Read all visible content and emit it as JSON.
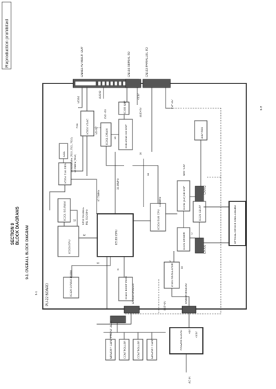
{
  "stamp": "Reproduction prohibited",
  "page_left": "9-1",
  "page_right": "9-2",
  "section": "SECTION 9",
  "section_title": "BLOCK DIAGRAMS",
  "subsection": "9-1. OVERALL BLOCK DIAGRAM",
  "board": "PU-22 BOARD",
  "ic": {
    "ic103": "IC103 CPU",
    "ic203": "IC203 GPU",
    "ic201": "IC201 SG-RAM",
    "ic204": "IC204 CLK GEN",
    "x201": "X201",
    "x201_freq1": "14.31818MHz (7500, 7501, 7502)",
    "x201_freq2": "17.73MHz (7502)",
    "ic502": "IC502 VDAC",
    "ic301": "IC301 DRAM",
    "ic312": "IC312/313 CD DSP",
    "ic405": "IC405 AMP",
    "ic304": "IC304 SUB CPU",
    "ic732": "IC732 (1/2) CD DSP",
    "ic723": "IC723 CD-RF",
    "ic722": "IC722 DRIVER",
    "ic106": "IC106 D-RAM 16Mbit",
    "ic102": "IC102 BOOT ROM",
    "ic601": "IC601 REGULATOR",
    "reg": "3.5V REG",
    "optical": "OPTICAL DEVICE KSM-440AEM"
  },
  "cn": {
    "cn502": "CN502 AV MULTI OUT",
    "cn104": "CN104 SERIAL I/O",
    "cn103": "CN103 PARALLEL I/O",
    "cn102": "CN102 DIG3.3V",
    "cn602": "CN602 DIG3.3V",
    "cn701": "CN701",
    "cn702": "CN702"
  },
  "signals": {
    "video": "VIDEO",
    "audio": "AUDIO",
    "dig5v": "DIG +5V",
    "vd5v": "VD+5V",
    "aud5v": "AUD+5V",
    "ext8v": "EXT+8V",
    "ext8v_top": "EXT+8V",
    "v33": "+3.3V",
    "fsc": "FSC",
    "ntsc": "NTSC 53.69MHz",
    "pal": "PAL 53.20MHz",
    "f67": "67.73MHz",
    "f33": "33.86MHz",
    "f419": "4.19MHz",
    "ser35": "SER +3.5V",
    "b32a": "32",
    "b32b": "32",
    "b32c": "32",
    "b16a": "16",
    "b16b": "16",
    "b16c": "16",
    "b8": "8",
    "b3": "3",
    "mot8v": "MOT +8V",
    "v5": "5V",
    "p8v": "+8V",
    "p35v": "+3.5V",
    "ac": "AC IN"
  },
  "ext": {
    "front_jack": "FRONT JACK",
    "memory_card1": "MEMORY CARD",
    "controller1": "CONTROLLER",
    "controller2": "CONTROLLER",
    "memory_card2": "MEMORY CARD",
    "power_block": "POWER BLOCK"
  }
}
